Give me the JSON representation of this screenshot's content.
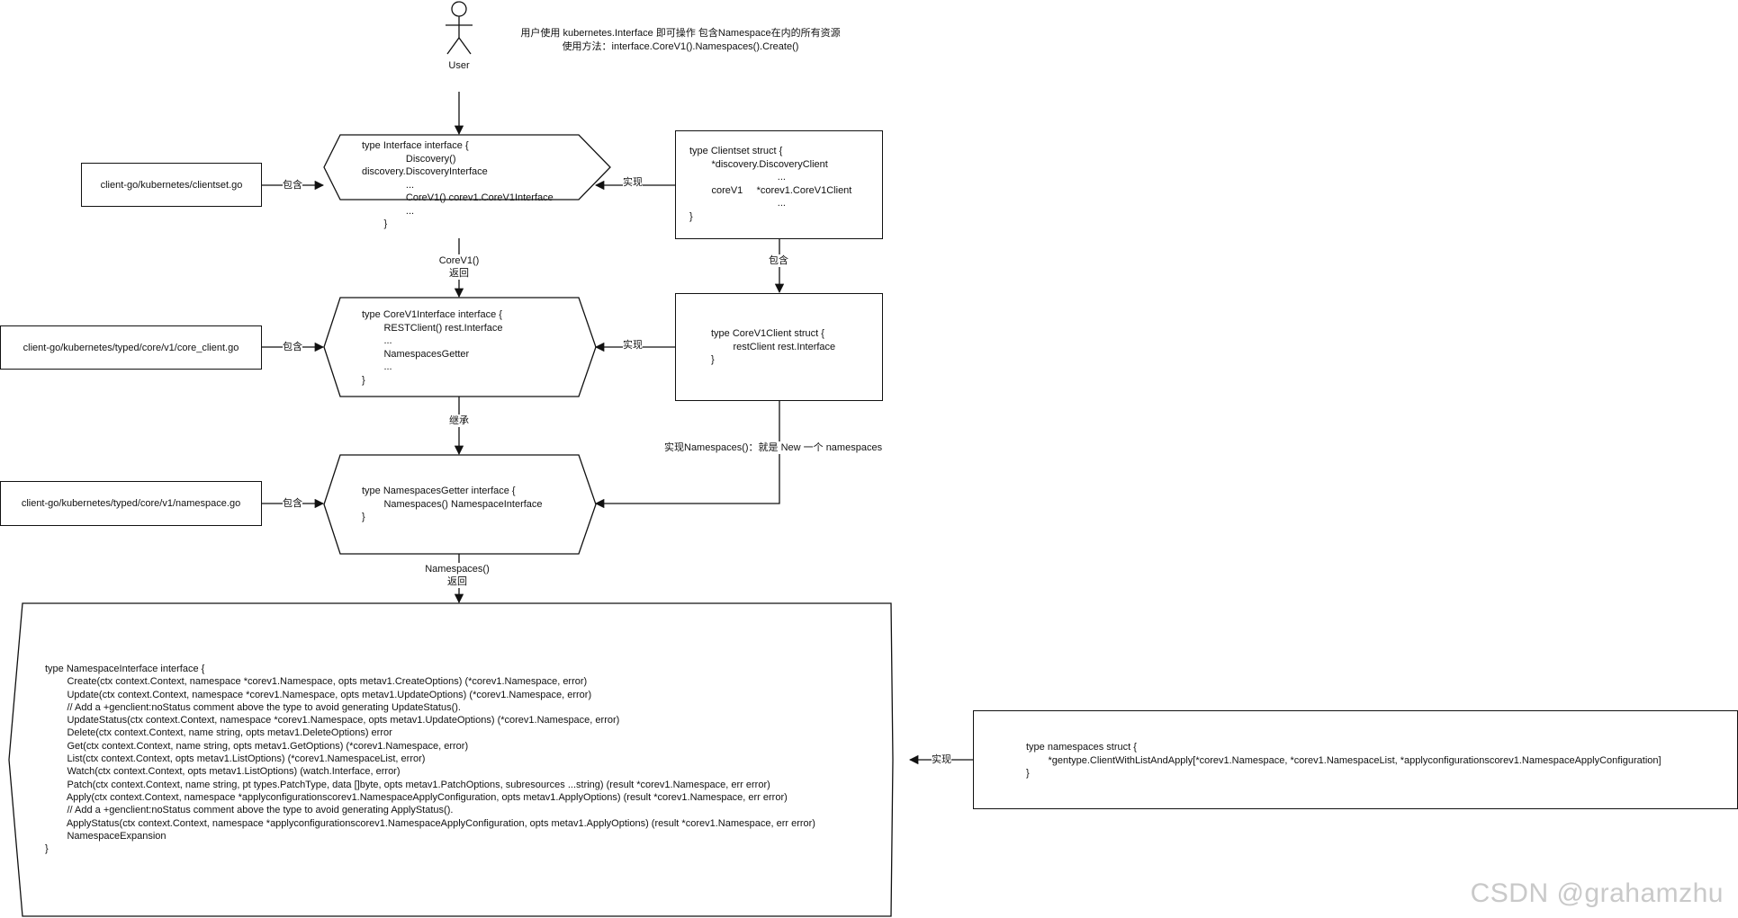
{
  "actor": {
    "label": "User"
  },
  "top_note": {
    "line1": "用户使用 kubernetes.Interface 即可操作 包含Namespace在内的所有资源",
    "line2": "使用方法：interface.CoreV1().Namespaces().Create()"
  },
  "files": {
    "clientset": "client-go/kubernetes/clientset.go",
    "core_client": "client-go/kubernetes/typed/core/v1/core_client.go",
    "namespace": "client-go/kubernetes/typed/core/v1/namespace.go"
  },
  "interfaces": {
    "interface": "type Interface interface {\n                Discovery()\ndiscovery.DiscoveryInterface\n                ...\n                CoreV1() corev1.CoreV1Interface\n                ...\n        }",
    "corev1": "type CoreV1Interface interface {\n        RESTClient() rest.Interface\n        ...\n        NamespacesGetter\n        ...\n}",
    "getter": "type NamespacesGetter interface {\n        Namespaces() NamespaceInterface\n}",
    "namespace_iface": "type NamespaceInterface interface {\n        Create(ctx context.Context, namespace *corev1.Namespace, opts metav1.CreateOptions) (*corev1.Namespace, error)\n        Update(ctx context.Context, namespace *corev1.Namespace, opts metav1.UpdateOptions) (*corev1.Namespace, error)\n        // Add a +genclient:noStatus comment above the type to avoid generating UpdateStatus().\n        UpdateStatus(ctx context.Context, namespace *corev1.Namespace, opts metav1.UpdateOptions) (*corev1.Namespace, error)\n        Delete(ctx context.Context, name string, opts metav1.DeleteOptions) error\n        Get(ctx context.Context, name string, opts metav1.GetOptions) (*corev1.Namespace, error)\n        List(ctx context.Context, opts metav1.ListOptions) (*corev1.NamespaceList, error)\n        Watch(ctx context.Context, opts metav1.ListOptions) (watch.Interface, error)\n        Patch(ctx context.Context, name string, pt types.PatchType, data []byte, opts metav1.PatchOptions, subresources ...string) (result *corev1.Namespace, err error)\n        Apply(ctx context.Context, namespace *applyconfigurationscorev1.NamespaceApplyConfiguration, opts metav1.ApplyOptions) (result *corev1.Namespace, err error)\n        // Add a +genclient:noStatus comment above the type to avoid generating ApplyStatus().\n        ApplyStatus(ctx context.Context, namespace *applyconfigurationscorev1.NamespaceApplyConfiguration, opts metav1.ApplyOptions) (result *corev1.Namespace, err error)\n        NamespaceExpansion\n}"
  },
  "structs": {
    "clientset": "type Clientset struct {\n        *discovery.DiscoveryClient\n                                ...\n        coreV1     *corev1.CoreV1Client\n                                ...\n}",
    "corev1client": "type CoreV1Client struct {\n        restClient rest.Interface\n}",
    "namespaces": "type namespaces struct {\n        *gentype.ClientWithListAndApply[*corev1.Namespace, *corev1.NamespaceList, *applyconfigurationscorev1.NamespaceApplyConfiguration]\n}"
  },
  "edge_labels": {
    "contains": "包含",
    "implements": "实现",
    "corev1_call": "CoreV1()",
    "returns": "返回",
    "inherits": "继承",
    "namespaces_call": "Namespaces()",
    "impl_namespaces": "实现Namespaces()：就是 New 一个 namespaces"
  },
  "watermark": "CSDN @grahamzhu"
}
